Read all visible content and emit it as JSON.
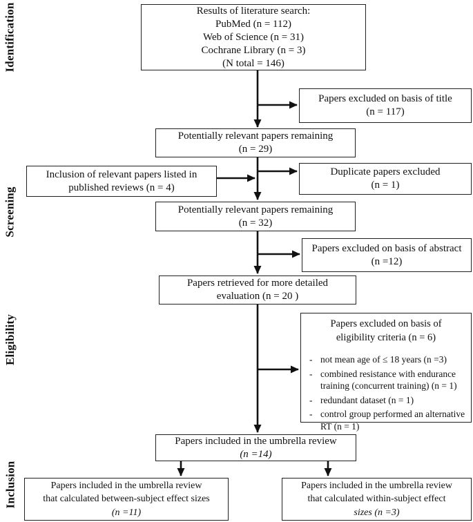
{
  "diagram": {
    "type": "prisma-flowchart",
    "colors": {
      "border": "#1f1f1f",
      "text": "#111111",
      "arrow": "#111111",
      "background": "#ffffff"
    },
    "bullet_marker": "-",
    "stages": [
      "Identification",
      "Screening",
      "Eligibility",
      "Inclusion"
    ],
    "boxes": {
      "results": {
        "lines": [
          "Results of literature search:",
          "PubMed (n = 112)",
          "Web of Science (n = 31)",
          "Cochrane Library (n = 3)",
          "(N total = 146)"
        ]
      },
      "excluded_title": {
        "lines": [
          "Papers excluded on basis of title",
          "(n = 117)"
        ]
      },
      "remaining_29": {
        "lines": [
          "Potentially relevant papers remaining",
          "(n = 29)"
        ]
      },
      "inclusion_reviews": {
        "lines": [
          "Inclusion of relevant papers listed in",
          "published reviews (n = 4)"
        ]
      },
      "duplicates": {
        "lines": [
          "Duplicate papers excluded",
          "(n = 1)"
        ]
      },
      "remaining_32": {
        "lines": [
          "Potentially relevant papers remaining",
          "(n = 32)"
        ]
      },
      "excluded_abstract": {
        "lines": [
          "Papers excluded on basis of abstract",
          "(n =12)"
        ]
      },
      "retrieved": {
        "lines": [
          "Papers retrieved for more detailed",
          "evaluation (n = 20 )"
        ]
      },
      "excluded_eligibility": {
        "title_lines": [
          "Papers excluded on basis of",
          "eligibility criteria (n = 6)"
        ],
        "bullets": [
          "not mean age of ≤ 18 years (n =3)",
          "combined resistance with endurance training (concurrent training) (n = 1)",
          "redundant dataset (n = 1)",
          "control group performed an alternative RT (n = 1)"
        ]
      },
      "included_umbrella": {
        "lines": [
          "Papers included in the umbrella review",
          "(n =14)"
        ]
      },
      "between_subject": {
        "lines": [
          "Papers included in the umbrella review",
          "that calculated between-subject effect sizes",
          "(n =11)"
        ]
      },
      "within_subject": {
        "lines": [
          "Papers included in the umbrella review",
          "that calculated within-subject effect",
          "sizes (n =3)"
        ]
      }
    }
  }
}
